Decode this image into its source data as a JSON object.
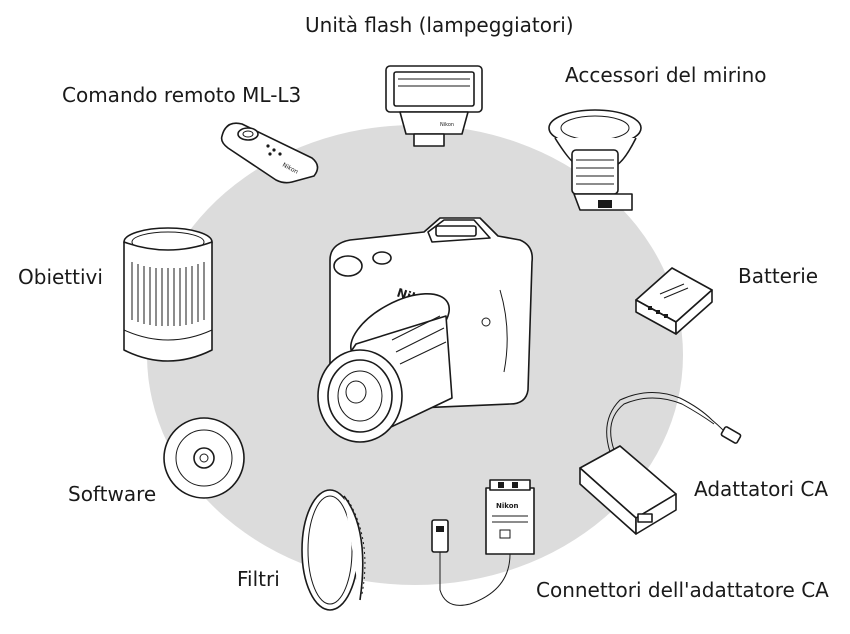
{
  "labels": {
    "flash": "Unità flash (lampeggiatori)",
    "remote": "Comando remoto ML-L3",
    "viewfinder": "Accessori del mirino",
    "lenses": "Obiettivi",
    "batteries": "Batterie",
    "ac_adapters": "Adattatori CA",
    "software": "Software",
    "filters": "Filtri",
    "ac_connectors": "Connettori dell'adattatore CA"
  },
  "brand_marks": {
    "camera": "Nikon",
    "remote": "Nikon",
    "flash": "Nikon",
    "connector": "Nikon"
  },
  "colors": {
    "background_ellipse": "#dcdcdc",
    "line": "#1a1a1a"
  }
}
